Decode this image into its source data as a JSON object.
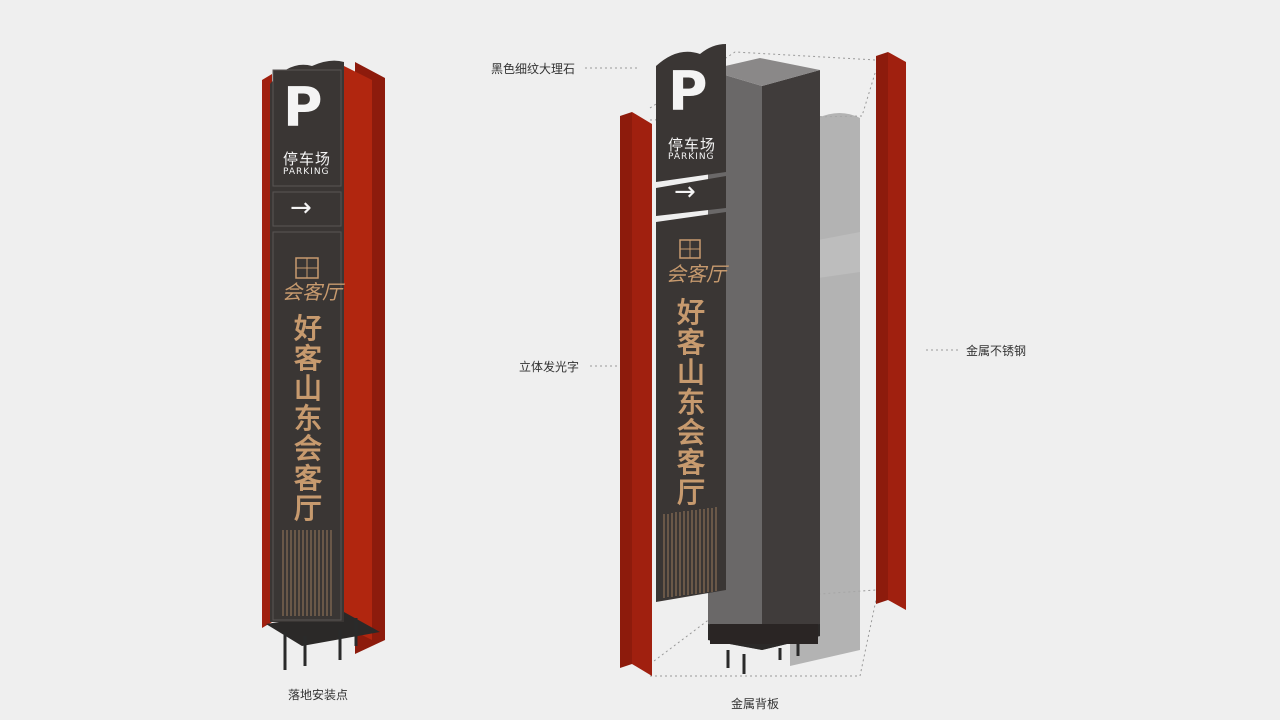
{
  "sign": {
    "p_letter": "P",
    "parking_cn": "停车场",
    "parking_en": "PARKING",
    "arrow": "→",
    "logo_cn": "会客厅",
    "brand_lines": [
      "好",
      "客",
      "山",
      "东",
      "会",
      "客",
      "厅"
    ]
  },
  "labels": {
    "left_bottom": "落地安装点",
    "right_bottom": "金属背板",
    "marble": "黑色细纹大理石",
    "lit_letters": "立体发光字",
    "stainless": "金属不锈钢"
  },
  "colors": {
    "background": "#efefef",
    "frame_red": "#a0200f",
    "panel_dark": "#3a3634",
    "gold": "#c79a6e",
    "glass": "#9c9c9c"
  },
  "icons": [
    "parking-p-icon",
    "arrow-right-icon",
    "logo-seal-icon"
  ]
}
